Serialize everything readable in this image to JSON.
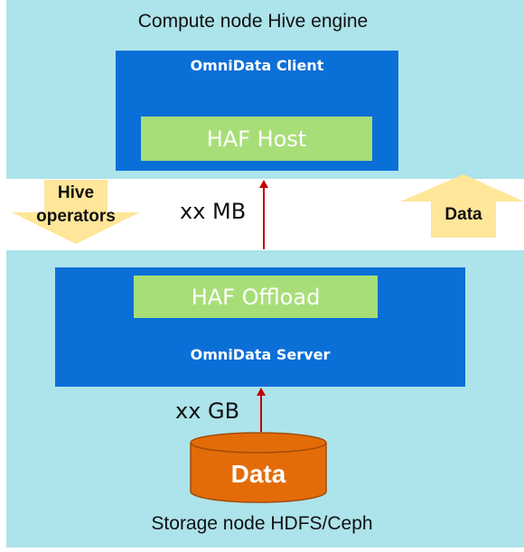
{
  "compute_node": {
    "title": "Compute node Hive engine",
    "client_label": "OmniData Client",
    "host_label": "HAF Host"
  },
  "storage_node": {
    "title": "Storage node HDFS/Ceph",
    "offload_label": "HAF Offload",
    "server_label": "OmniData Server",
    "data_label": "Data"
  },
  "flows": {
    "mb_label": "xx MB",
    "gb_label": "xx GB",
    "operators_label_line1": "Hive",
    "operators_label_line2": "operators",
    "data_up_label": "Data"
  },
  "colors": {
    "panel": "#ade3ea",
    "blue_box": "#0b6fd8",
    "green_box": "#a8de78",
    "arrow_yellow": "#ffe699",
    "flow_red": "#c00000",
    "cylinder": "#e36c09"
  }
}
